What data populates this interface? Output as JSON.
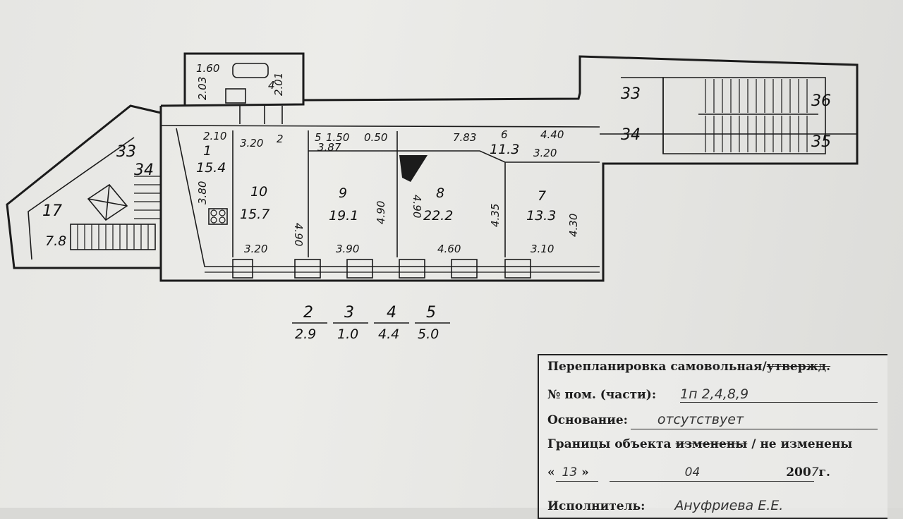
{
  "rooms": [
    {
      "num": "1",
      "area": "15.4"
    },
    {
      "num": "10",
      "area": "15.7"
    },
    {
      "num": "9",
      "area": "19.1"
    },
    {
      "num": "8",
      "area": "22.2"
    },
    {
      "num": "7",
      "area": "13.3"
    },
    {
      "num": "6",
      "area": "11.3"
    },
    {
      "num": "17",
      "area": "7.8"
    }
  ],
  "stair_labels": [
    "33",
    "34",
    "35",
    "36"
  ],
  "dims": {
    "bath_w": "1.60",
    "bath_h": "2.01",
    "bath_num": "4",
    "bath_side": "2.03",
    "r1_top": "2.10",
    "r1_side": "3.80",
    "r10_top": "3.20",
    "r10_side": "4.90",
    "r10_bottom": "3.20",
    "r2_label": "2",
    "r9_top": "3.87",
    "r9_side": "4.90",
    "r9_bottom": "3.90",
    "r5_label": "5",
    "r5_dim": "1.50",
    "r5_dim2": "0.50",
    "r8_side": "4.90",
    "r8_side2": "4.35",
    "r8_bottom": "4.60",
    "r6_top": "7.83",
    "r6_right": "4.40",
    "r7_top": "3.20",
    "r7_side": "4.30",
    "r7_bottom": "3.10"
  },
  "small_rooms": [
    {
      "num": "2",
      "area": "2.9"
    },
    {
      "num": "3",
      "area": "1.0"
    },
    {
      "num": "4",
      "area": "4.4"
    },
    {
      "num": "5",
      "area": "5.0"
    }
  ],
  "stamp": {
    "title_a": "Перепланировка самовольная/",
    "title_b": "утвержд.",
    "pom_label": "№ пом. (части):",
    "pom_value": "1п 2,4,8,9",
    "osnov_label": "Основание:",
    "osnov_value": "отсутствует",
    "granicy_a": "Границы объекта",
    "granicy_b": "изменены",
    "granicy_c": "/ не изменены",
    "date_open": "«",
    "date_day": "13",
    "date_close": "»",
    "date_month": "04",
    "date_year": "200",
    "date_year_hand": "7",
    "date_suffix": "г.",
    "isp_label": "Исполнитель:",
    "isp_value": "Ануфриева Е.Е."
  }
}
